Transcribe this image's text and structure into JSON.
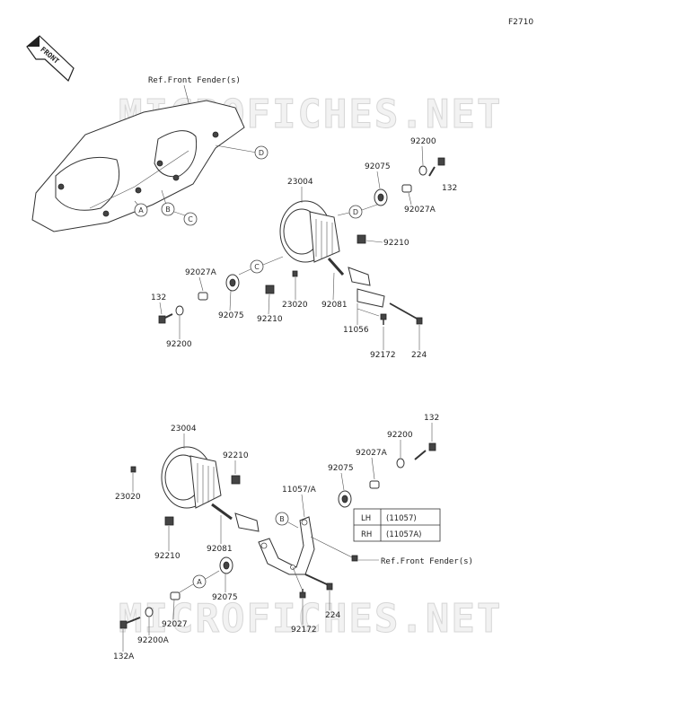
{
  "figure_id": "F2710",
  "front_label": "FRONT",
  "watermark": "MICROFICHES.NET",
  "top": {
    "ref_front_fender": "Ref.Front Fender(s)",
    "labels": {
      "p23004": "23004",
      "p92075a": "92075",
      "p92200a": "92200",
      "p132a": "132",
      "p92027a_a": "92027A",
      "p92210a": "92210",
      "p92027a_b": "92027A",
      "p132b": "132",
      "p92075b": "92075",
      "p92210b": "92210",
      "p23020": "23020",
      "p92081": "92081",
      "p92200b": "92200",
      "p11056": "11056",
      "p92172": "92172",
      "p224": "224"
    },
    "callouts": [
      "A",
      "B",
      "C",
      "D"
    ]
  },
  "bottom": {
    "ref_front_fender": "Ref.Front Fender(s)",
    "labels": {
      "p23004": "23004",
      "p92210a": "92210",
      "p23020": "23020",
      "p132": "132",
      "p92200": "92200",
      "p92027a": "92027A",
      "p92075a": "92075",
      "p11057a": "11057/A",
      "p92210b": "92210",
      "p92081": "92081",
      "p92075b": "92075",
      "p92027": "92027",
      "p92200a": "92200A",
      "p132a": "132A",
      "p92172": "92172",
      "p224": "224"
    },
    "callouts": [
      "B",
      "A"
    ],
    "table": [
      {
        "side": "LH",
        "part": "(11057)"
      },
      {
        "side": "RH",
        "part": "(11057A)"
      }
    ]
  }
}
